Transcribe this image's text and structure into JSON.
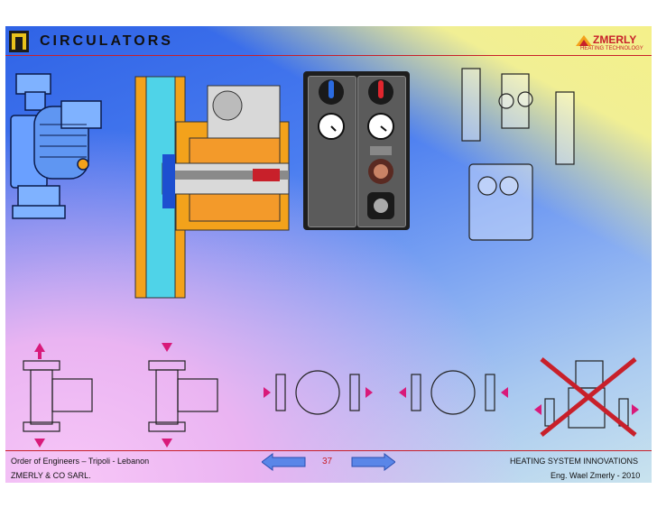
{
  "header": {
    "title": "CIRCULATORS"
  },
  "brand": {
    "name": "ZMERLY",
    "tagline": "HEATING TECHNOLOGY",
    "color": "#c8202a"
  },
  "footer": {
    "left_line1": "Order of Engineers – Tripoli - Lebanon",
    "left_line2": "ZMERLY & CO SARL.",
    "page_number": "37",
    "right_line1": "HEATING SYSTEM  INNOVATIONS",
    "right_line2": "Eng. Wael Zmerly - 2010"
  },
  "colors": {
    "accent": "#c8202a",
    "arrow_magenta": "#d81a7a",
    "nav_arrow": "#5a86e8",
    "pump_orange": "#f3a21b",
    "pump_cyan": "#4fd3e8"
  },
  "icons": [
    "logo-mark",
    "prev-arrow-icon",
    "next-arrow-icon",
    "cross-mark-icon"
  ]
}
